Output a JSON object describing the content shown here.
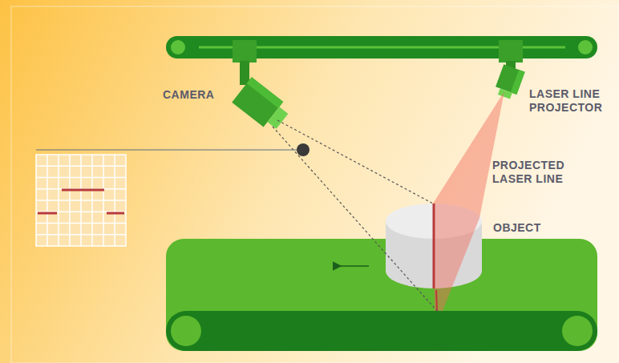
{
  "diagram": {
    "labels": [
      "CAMERA",
      "LASER LINE PROJECTOR",
      "PROJECTED LASER LINE",
      "OBJECT"
    ]
  }
}
